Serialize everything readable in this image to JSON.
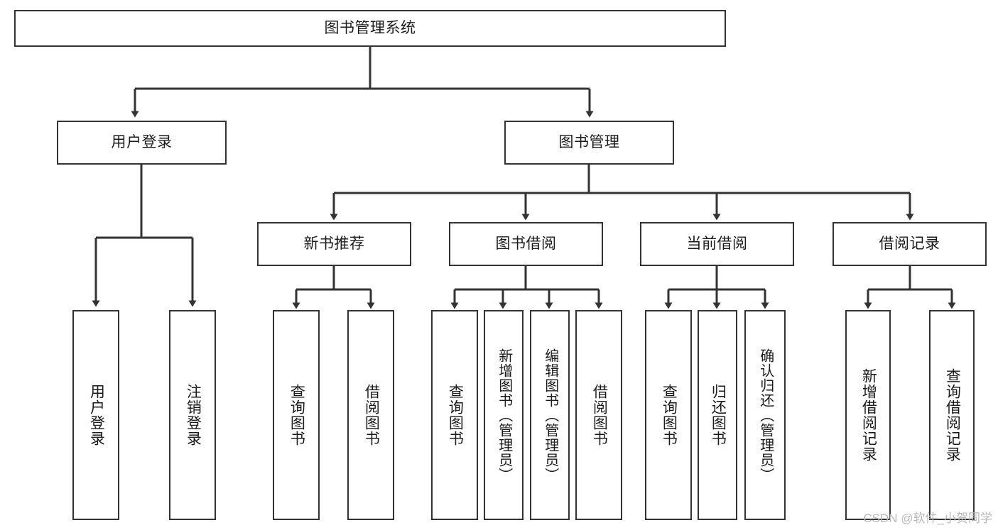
{
  "diagram": {
    "type": "tree-hierarchy-chart",
    "title": "图书管理系统",
    "watermark": "CSDN @软件_小贺同学",
    "colors": {
      "box_border": "#333333",
      "box_fill": "#ffffff",
      "connector": "#333333",
      "text": "#1b1b1b",
      "watermark": "#b8b8b8"
    },
    "levels": {
      "root": {
        "label": "图书管理系统"
      },
      "level2": [
        {
          "label": "用户登录"
        },
        {
          "label": "图书管理"
        }
      ],
      "level3": [
        {
          "label": "新书推荐"
        },
        {
          "label": "图书借阅"
        },
        {
          "label": "当前借阅"
        },
        {
          "label": "借阅记录"
        }
      ],
      "leaves": {
        "user_login": [
          {
            "label": "用户登录"
          },
          {
            "label": "注销登录"
          }
        ],
        "new_book_recommend": [
          {
            "label": "查询图书"
          },
          {
            "label": "借阅图书"
          }
        ],
        "book_borrow": [
          {
            "label": "查询图书"
          },
          {
            "label": "新增图书（管理员）"
          },
          {
            "label": "编辑图书（管理员）"
          },
          {
            "label": "借阅图书"
          }
        ],
        "current_borrow": [
          {
            "label": "查询图书"
          },
          {
            "label": "归还图书"
          },
          {
            "label": "确认归还（管理员）"
          }
        ],
        "borrow_records": [
          {
            "label": "新增借阅记录"
          },
          {
            "label": "查询借阅记录"
          }
        ]
      }
    }
  }
}
